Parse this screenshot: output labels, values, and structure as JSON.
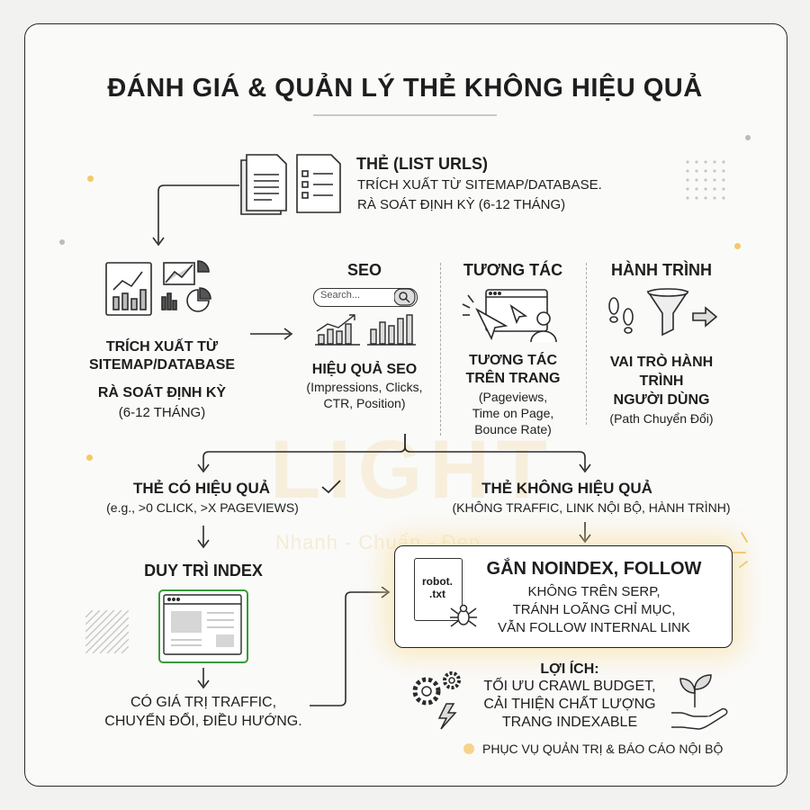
{
  "title": "ĐÁNH GIÁ & QUẢN LÝ THẺ KHÔNG HIỆU QUẢ",
  "source": {
    "heading": "THẺ (LIST URLS)",
    "line1": "TRÍCH XUẤT TỪ SITEMAP/DATABASE.",
    "line2": "RÀ SOÁT ĐỊNH KỲ (6-12 THÁNG)"
  },
  "extract": {
    "line1": "TRÍCH XUẤT TỪ",
    "line2": "SITEMAP/DATABASE",
    "line3": "RÀ SOÁT ĐỊNH KỲ",
    "line4": "(6-12 THÁNG)"
  },
  "seo": {
    "heading": "SEO",
    "search_placeholder": "Search...",
    "label": "HIỆU QUẢ SEO",
    "detail1": "(Impressions, Clicks,",
    "detail2": "CTR, Position)"
  },
  "interaction": {
    "heading": "TƯƠNG TÁC",
    "label1": "TƯƠNG TÁC",
    "label2": "TRÊN TRANG",
    "detail1": "(Pageviews,",
    "detail2": "Time on Page,",
    "detail3": "Bounce Rate)"
  },
  "journey": {
    "heading": "HÀNH TRÌNH",
    "label1": "VAI TRÒ HÀNH",
    "label2": "TRÌNH",
    "label3": "NGƯỜI DÙNG",
    "detail": "(Path Chuyển Đổi)"
  },
  "effective": {
    "heading": "THẺ CÓ HIỆU QUẢ",
    "detail": "(e.g., >0 CLICK, >X PAGEVIEWS)",
    "action": "DUY TRÌ INDEX",
    "result1": "CÓ GIÁ TRỊ TRAFFIC,",
    "result2": "CHUYỂN ĐỔI, ĐIỀU HƯỚNG."
  },
  "ineffective": {
    "heading": "THẺ KHÔNG HIỆU QUẢ",
    "detail": "(KHÔNG TRAFFIC, LINK NỘI BỘ, HÀNH TRÌNH)",
    "action": "GẮN NOINDEX, FOLLOW",
    "robot_file": "robot. .txt",
    "bullet1": "KHÔNG TRÊN SERP,",
    "bullet2": "TRÁNH LOÃNG CHỈ MỤC,",
    "bullet3": "VẪN FOLLOW INTERNAL LINK"
  },
  "benefits": {
    "heading": "LỢI ÍCH:",
    "line1": "TỐI ƯU CRAWL BUDGET,",
    "line2": "CẢI THIỆN CHẤT LƯỢNG",
    "line3": "TRANG INDEXABLE"
  },
  "footnote": "PHỤC VỤ QUẢN TRỊ & BÁO CÁO NỘI BỘ",
  "watermark": {
    "brand": "LIGHT",
    "slogan": "Nhanh - Chuẩn - Đẹp"
  },
  "colors": {
    "accent_yellow": "#f3c969",
    "success_green": "#3a9a3a",
    "ink": "#1e1e1e"
  }
}
